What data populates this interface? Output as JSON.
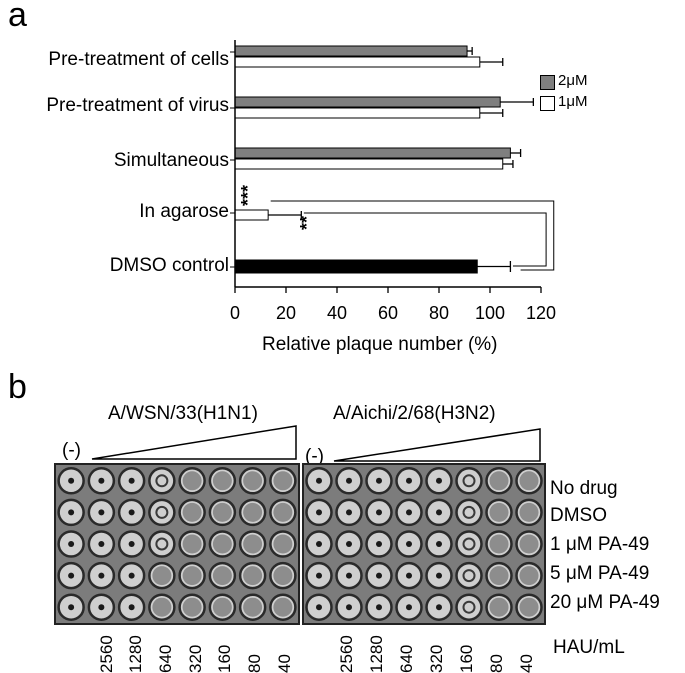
{
  "panel_a": {
    "letter": "a"
  },
  "panel_b": {
    "letter": "b"
  },
  "chart_data": {
    "type": "bar",
    "orientation": "horizontal",
    "categories": [
      "Pre-treatment of cells",
      "Pre-treatment of virus",
      "Simultaneous",
      "In agarose",
      "DMSO control"
    ],
    "series": [
      {
        "name": "2μM",
        "color": "#7f7f7f",
        "values": [
          91,
          104,
          108,
          null,
          null
        ],
        "errors": [
          2,
          13,
          4,
          null,
          null
        ]
      },
      {
        "name": "1μM",
        "color": "#ffffff",
        "values": [
          96,
          96,
          105,
          13,
          null
        ],
        "errors": [
          9,
          9,
          4,
          13,
          null
        ]
      }
    ],
    "dmso_control": {
      "value": 95,
      "error": 13,
      "color": "#000000"
    },
    "significance": [
      {
        "category": "In agarose",
        "series": "2μM",
        "label": "***"
      },
      {
        "category": "In agarose",
        "series": "1μM",
        "label": "**"
      }
    ],
    "xlabel": "Relative plaque number (%)",
    "xlim": [
      0,
      120
    ],
    "xticks": [
      0,
      20,
      40,
      60,
      80,
      100,
      120
    ],
    "legend": "right",
    "grid": false
  },
  "plate_figure": {
    "strains": [
      "A/WSN/33(H1N1)",
      "A/Aichi/2/68(H3N2)"
    ],
    "negative_label": "(-)",
    "row_labels": [
      "No drug",
      "DMSO",
      "1 μM PA-49",
      "5 μM PA-49",
      "20 μM PA-49"
    ],
    "column_labels": [
      "2560",
      "1280",
      "640",
      "320",
      "160",
      "80",
      "40"
    ],
    "unit_label": "HAU/mL"
  }
}
